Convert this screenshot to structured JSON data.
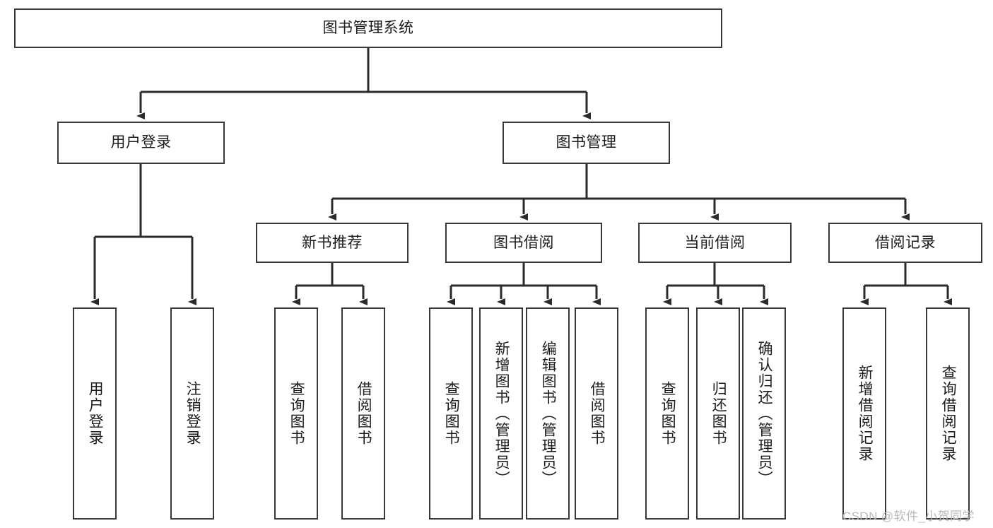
{
  "diagram": {
    "type": "tree",
    "title": "图书管理系统",
    "orientation": "top-down",
    "edge_style": "orthogonal-arrow",
    "colors": {
      "box_border": "#3a3a3a",
      "box_fill": "#ffffff",
      "edge": "#2b2b2b",
      "text": "#1c1c1c",
      "watermark": "#b9b9b9",
      "background": "#ffffff"
    },
    "root": {
      "id": "root",
      "label": "图书管理系统"
    },
    "level1": [
      {
        "id": "user-login",
        "label": "用户登录"
      },
      {
        "id": "book-manage",
        "label": "图书管理"
      }
    ],
    "level2": [
      {
        "id": "new-book-rec",
        "label": "新书推荐",
        "parent": "book-manage"
      },
      {
        "id": "book-borrow",
        "label": "图书借阅",
        "parent": "book-manage"
      },
      {
        "id": "current-borrow",
        "label": "当前借阅",
        "parent": "book-manage"
      },
      {
        "id": "borrow-record",
        "label": "借阅记录",
        "parent": "book-manage"
      }
    ],
    "leaves": [
      {
        "id": "leaf-user-login",
        "label": "用户登录",
        "parent": "user-login"
      },
      {
        "id": "leaf-logout",
        "label": "注销登录",
        "parent": "user-login"
      },
      {
        "id": "leaf-query-book-1",
        "label": "查询图书",
        "parent": "new-book-rec"
      },
      {
        "id": "leaf-borrow-book-1",
        "label": "借阅图书",
        "parent": "new-book-rec"
      },
      {
        "id": "leaf-query-book-2",
        "label": "查询图书",
        "parent": "book-borrow"
      },
      {
        "id": "leaf-add-book",
        "label": "新增图书（管理员）",
        "parent": "book-borrow"
      },
      {
        "id": "leaf-edit-book",
        "label": "编辑图书（管理员）",
        "parent": "book-borrow"
      },
      {
        "id": "leaf-borrow-book-2",
        "label": "借阅图书",
        "parent": "book-borrow"
      },
      {
        "id": "leaf-query-book-3",
        "label": "查询图书",
        "parent": "current-borrow"
      },
      {
        "id": "leaf-return-book",
        "label": "归还图书",
        "parent": "current-borrow"
      },
      {
        "id": "leaf-confirm-return",
        "label": "确认归还（管理员）",
        "parent": "current-borrow"
      },
      {
        "id": "leaf-add-record",
        "label": "新增借阅记录",
        "parent": "borrow-record"
      },
      {
        "id": "leaf-query-record",
        "label": "查询借阅记录",
        "parent": "borrow-record"
      }
    ]
  },
  "watermark": {
    "text": "CSDN @软件_小贺同学"
  }
}
